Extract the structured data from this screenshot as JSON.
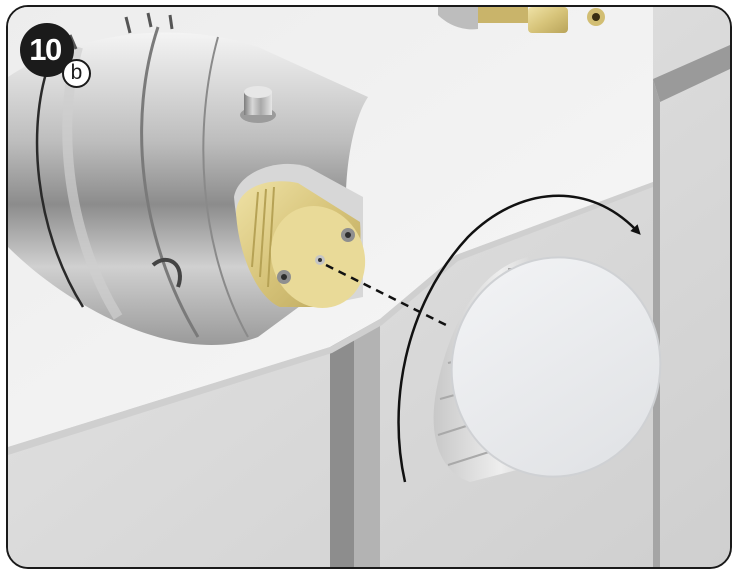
{
  "step": {
    "number": "10",
    "sub": "b"
  },
  "colors": {
    "frame": "#1a1a1a",
    "wall": "#d9d9d9",
    "panel": "#f2f2f2",
    "brass": "#d4c27a",
    "arrow": "#111111"
  },
  "icons": {
    "rotation": "curved-arrow-clockwise-icon",
    "insert": "dashed-guide-line"
  }
}
